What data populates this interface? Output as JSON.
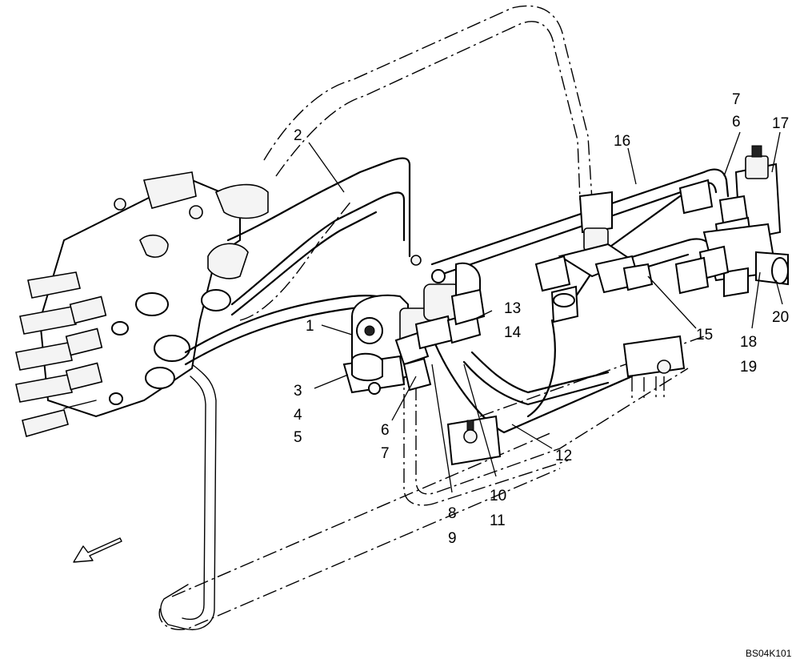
{
  "drawing_code": "BS04K101",
  "callouts": [
    {
      "id": "c1",
      "text": "1"
    },
    {
      "id": "c2",
      "text": "2"
    },
    {
      "id": "c3",
      "text": "3"
    },
    {
      "id": "c4",
      "text": "4"
    },
    {
      "id": "c5",
      "text": "5"
    },
    {
      "id": "c6a",
      "text": "6"
    },
    {
      "id": "c7a",
      "text": "7"
    },
    {
      "id": "c6b",
      "text": "6"
    },
    {
      "id": "c7b",
      "text": "7"
    },
    {
      "id": "c8",
      "text": "8"
    },
    {
      "id": "c9",
      "text": "9"
    },
    {
      "id": "c10",
      "text": "10"
    },
    {
      "id": "c11",
      "text": "11"
    },
    {
      "id": "c12",
      "text": "12"
    },
    {
      "id": "c13",
      "text": "13"
    },
    {
      "id": "c14",
      "text": "14"
    },
    {
      "id": "c15",
      "text": "15"
    },
    {
      "id": "c16",
      "text": "16"
    },
    {
      "id": "c17",
      "text": "17"
    },
    {
      "id": "c18",
      "text": "18"
    },
    {
      "id": "c19",
      "text": "19"
    },
    {
      "id": "c20",
      "text": "20"
    }
  ],
  "icons": {
    "front_arrow": "direction-arrow-icon"
  }
}
